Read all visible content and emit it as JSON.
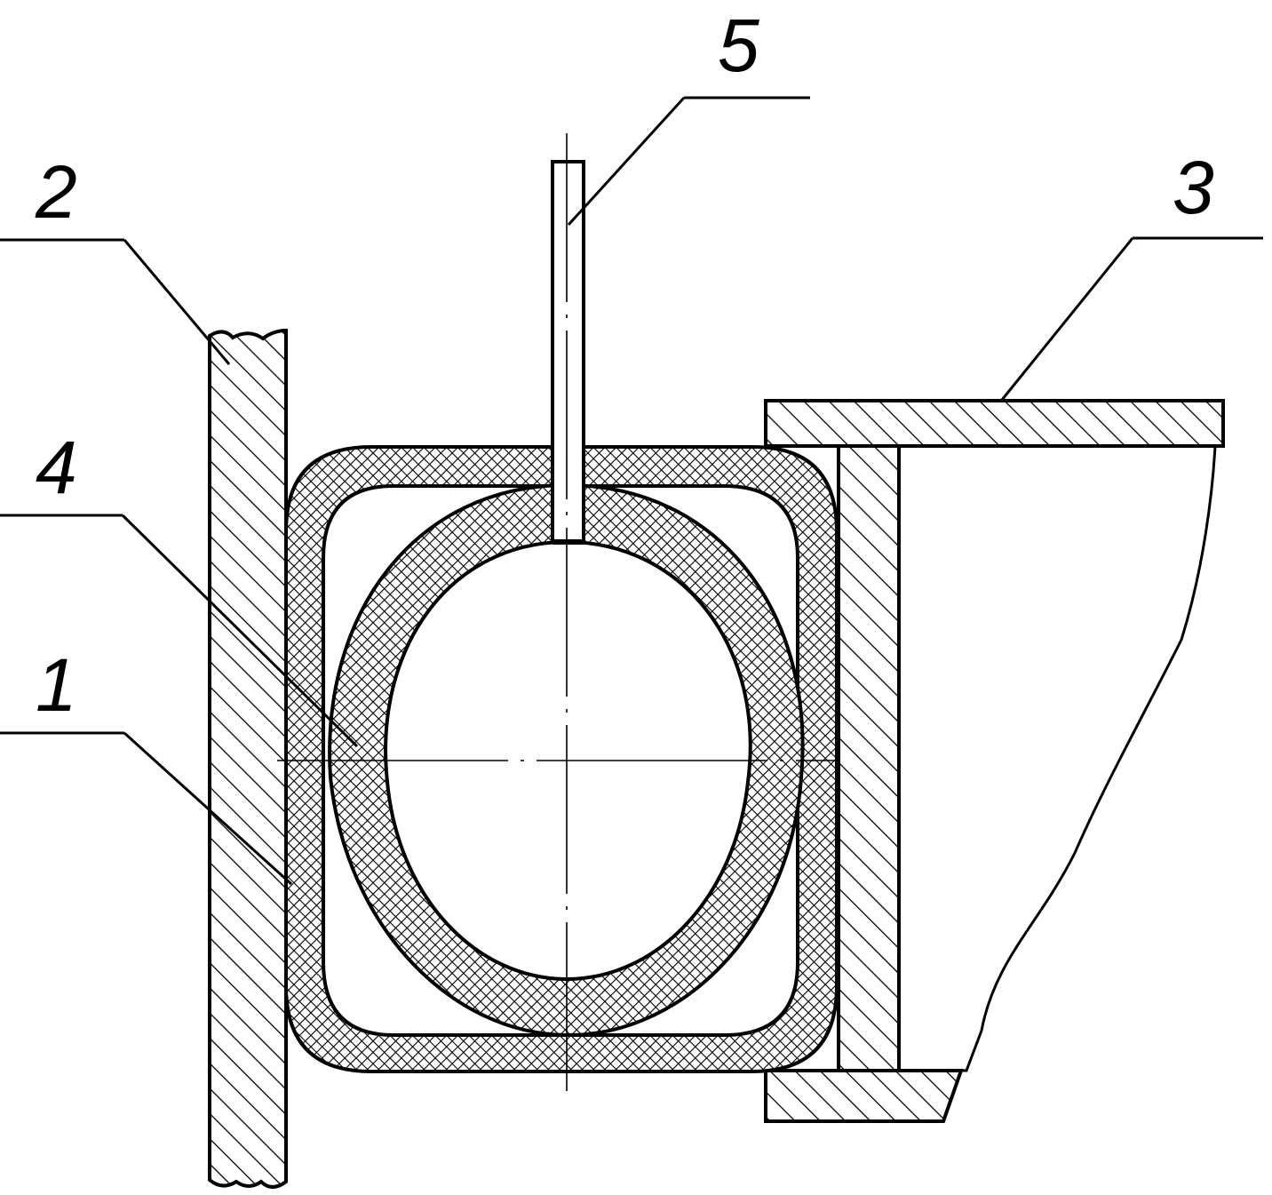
{
  "drawing": {
    "colors": {
      "ink": "#000000",
      "paper": "#ffffff"
    },
    "callouts": [
      {
        "id": "1",
        "text": "1"
      },
      {
        "id": "2",
        "text": "2"
      },
      {
        "id": "3",
        "text": "3"
      },
      {
        "id": "4",
        "text": "4"
      },
      {
        "id": "5",
        "text": "5"
      }
    ]
  }
}
